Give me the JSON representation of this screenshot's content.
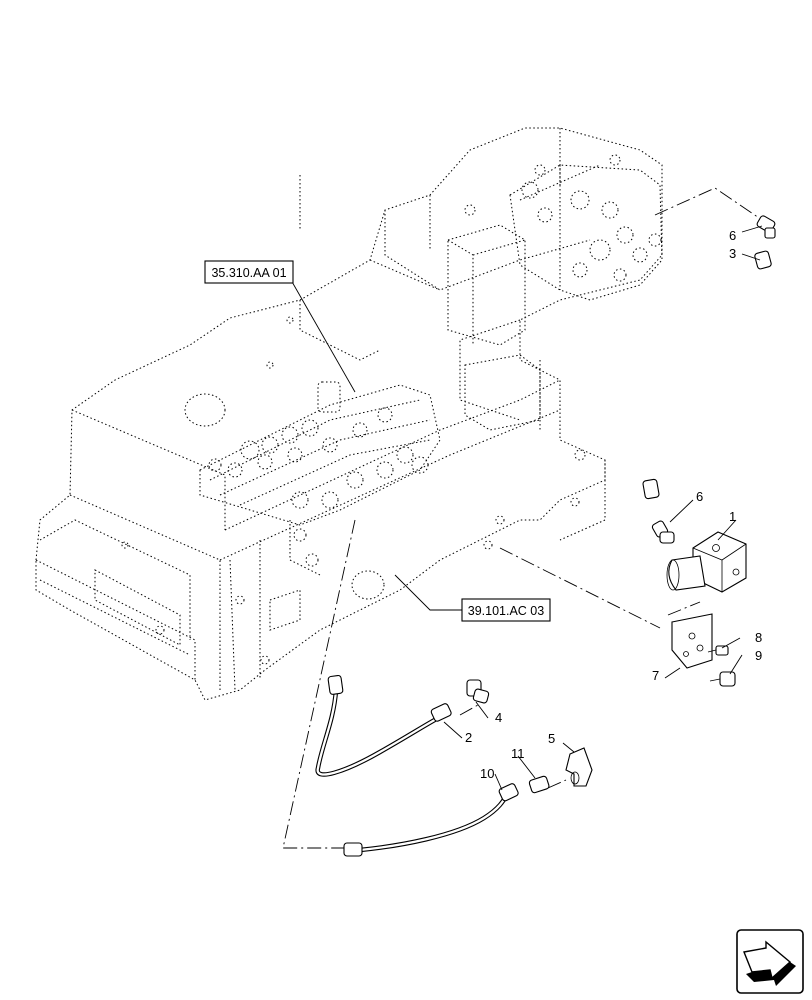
{
  "references": {
    "ref_control_valve": "35.310.AA 01",
    "ref_frame": "39.101.AC 03"
  },
  "callouts": [
    "1",
    "2",
    "3",
    "4",
    "5",
    "6",
    "6",
    "7",
    "8",
    "9",
    "10",
    "11"
  ],
  "icons": {
    "navigation": "next-page-arrow-icon"
  }
}
